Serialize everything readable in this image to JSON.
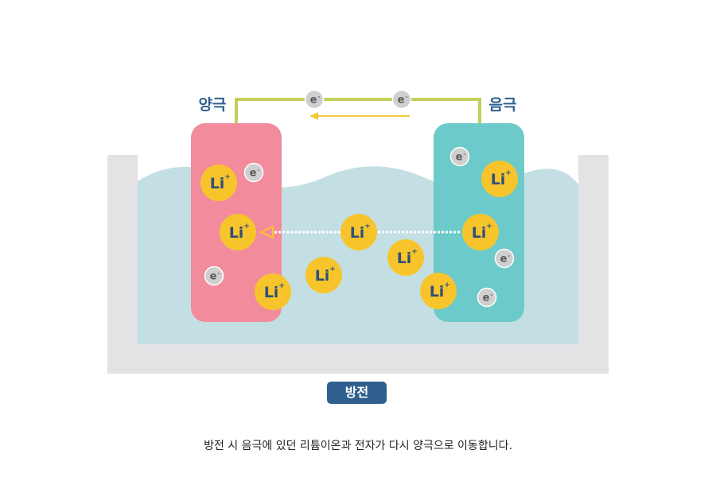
{
  "labels": {
    "cathode": "양극",
    "anode": "음극",
    "mode_badge": "방전",
    "caption": "방전 시 음극에 있던 리튬이온과 전자가 다시 양극으로 이동합니다."
  },
  "particles": {
    "lithium_ion": {
      "symbol": "Li",
      "charge": "+"
    },
    "electron": {
      "symbol": "e",
      "charge": "-"
    }
  },
  "colors": {
    "cathode": "#f28b9b",
    "anode": "#6ccaca",
    "electrolyte": "#c3dfe3",
    "container": "#e3e3e5",
    "wire": "#c3cf5a",
    "electron_flow_arrow": "#f2c93a",
    "lithium_ion": "#f7c52b",
    "electron": "#cfcfcf",
    "label": "#2f5f8f"
  }
}
